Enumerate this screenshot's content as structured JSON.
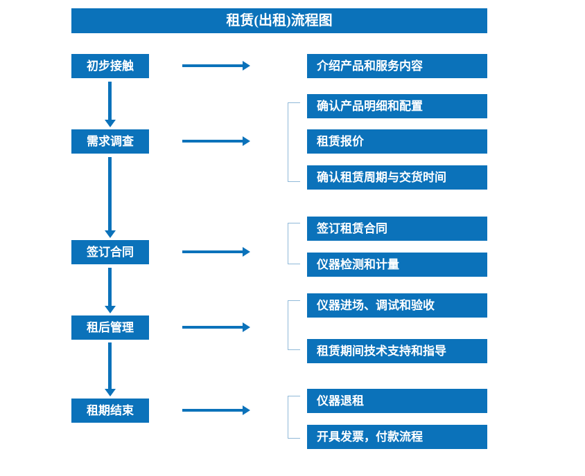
{
  "chart_data": {
    "type": "diagram",
    "title": "租赁(出租)流程图",
    "orientation": "vertical-left-stages-with-right-details",
    "stages": [
      {
        "label": "初步接触",
        "details": [
          "介绍产品和服务内容"
        ],
        "bracket": false
      },
      {
        "label": "需求调查",
        "details": [
          "确认产品明细和配置",
          "租赁报价",
          "确认租赁周期与交货时间"
        ],
        "bracket": true
      },
      {
        "label": "签订合同",
        "details": [
          "签订租赁合同",
          "仪器检测和计量"
        ],
        "bracket": true
      },
      {
        "label": "租后管理",
        "details": [
          "仪器进场、调试和验收",
          "租赁期间技术支持和指导"
        ],
        "bracket": true
      },
      {
        "label": "租期结束",
        "details": [
          "仪器退租",
          "开具发票，付款流程"
        ],
        "bracket": true
      }
    ],
    "colors": {
      "box_fill": "#0b72ba",
      "box_text": "#ffffff",
      "arrow": "#0b72ba",
      "bracket": "#8fb8d8",
      "background": "#ffffff"
    }
  },
  "header": {
    "title": "租赁(出租)流程图"
  },
  "stages": {
    "s0": {
      "label": "初步接触"
    },
    "s1": {
      "label": "需求调查"
    },
    "s2": {
      "label": "签订合同"
    },
    "s3": {
      "label": "租后管理"
    },
    "s4": {
      "label": "租期结束"
    }
  },
  "details": {
    "d0": {
      "label": "介绍产品和服务内容"
    },
    "d1": {
      "label": "确认产品明细和配置"
    },
    "d2": {
      "label": "租赁报价"
    },
    "d3": {
      "label": "确认租赁周期与交货时间"
    },
    "d4": {
      "label": "签订租赁合同"
    },
    "d5": {
      "label": "仪器检测和计量"
    },
    "d6": {
      "label": "仪器进场、调试和验收"
    },
    "d7": {
      "label": "租赁期间技术支持和指导"
    },
    "d8": {
      "label": "仪器退租"
    },
    "d9": {
      "label": "开具发票，付款流程"
    }
  }
}
